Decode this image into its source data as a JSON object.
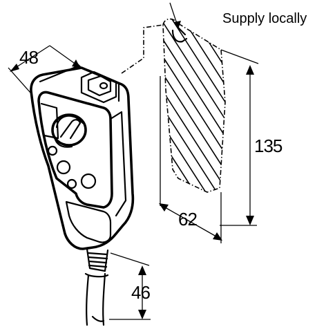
{
  "caption": "Supply locally",
  "dimensions": {
    "width_top": "48",
    "height_plate": "135",
    "width_plate": "62",
    "length_gland": "46"
  }
}
